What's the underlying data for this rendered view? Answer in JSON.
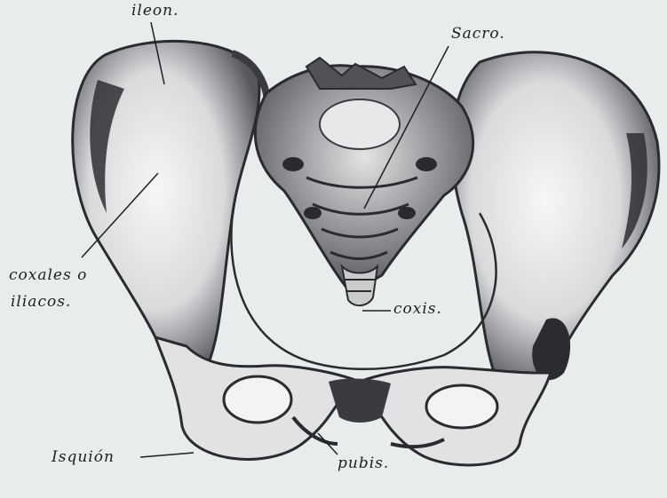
{
  "heading": {
    "left_text": "",
    "right_text": "",
    "color": "#3d8fd0"
  },
  "labels": {
    "ileon": "ileon.",
    "sacro": "Sacro.",
    "coxales_line1": "coxales o",
    "coxales_line2": "iliacos.",
    "coxis": "coxis.",
    "isquion": "Isquión",
    "pubis": "pubis."
  },
  "colors": {
    "paper": "#e9ecec",
    "ink": "#1e1e22",
    "bone_light": "#f1f2f2",
    "bone_shade": "#6b6d72",
    "bone_dark": "#2a2b2f"
  }
}
